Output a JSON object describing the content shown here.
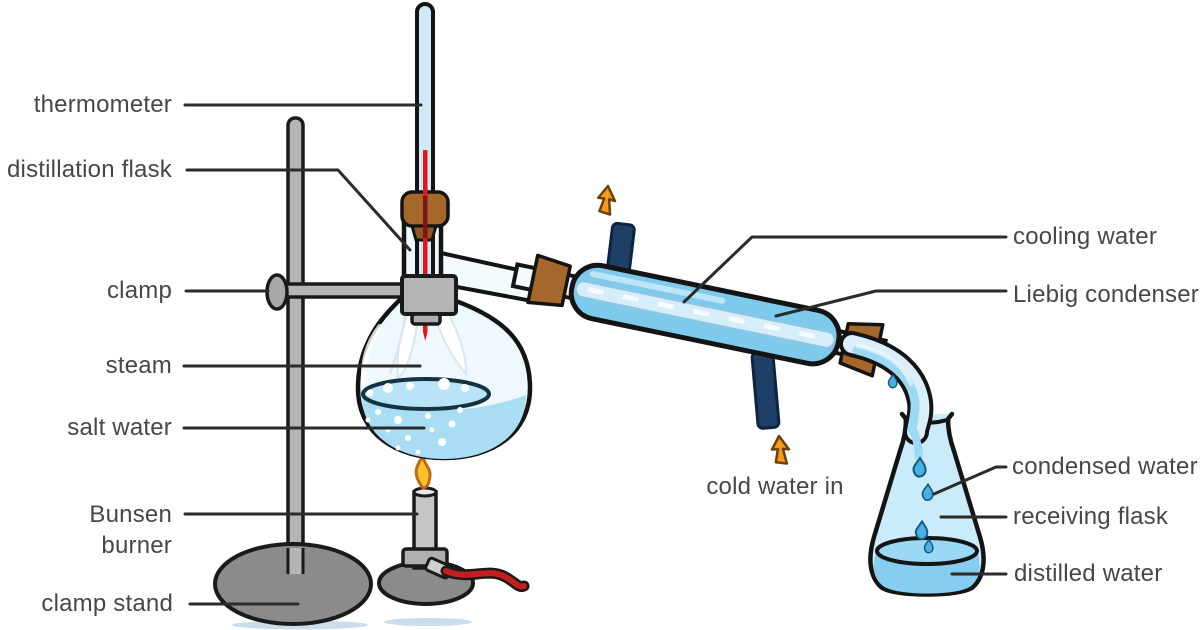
{
  "diagram_labels": {
    "thermometer": "thermometer",
    "distillation_flask": "distillation flask",
    "clamp": "clamp",
    "steam": "steam",
    "salt_water": "salt water",
    "bunsen_burner_line1": "Bunsen",
    "bunsen_burner_line2": "burner",
    "clamp_stand": "clamp stand",
    "cooling_water": "cooling water",
    "liebig_condenser": "Liebig condenser",
    "cold_water_in": "cold water in",
    "condensed_water": "condensed water",
    "receiving_flask": "receiving flask",
    "distilled_water": "distilled water"
  },
  "icons": [
    {
      "name": "flow-arrow-up-icon",
      "glyph": "↑",
      "color": "#f49b20",
      "count": 2
    }
  ],
  "colors": {
    "label_text": "#474747",
    "leader_line": "#2b2b2b",
    "condenser_jacket_blue": "#7dcaec",
    "flask_water_blue": "#a9ddf4",
    "distilled_water_blue": "#85cef1",
    "glass_tint": "#eff8fd",
    "cork_brown": "#a5682a",
    "water_port_navy": "#1e3f66",
    "arrow_orange": "#f49b20",
    "gas_hose_red": "#c41e1e",
    "metal_gray": "#b5b5b5",
    "base_gray": "#8b8b8b",
    "flame_yellow": "#fcc22e",
    "mercury_red": "#e01818"
  }
}
